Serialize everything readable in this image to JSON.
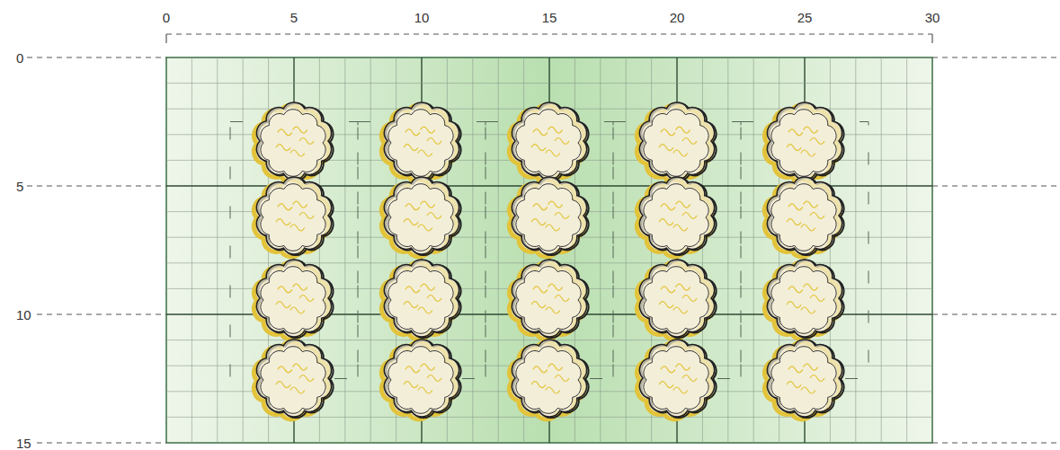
{
  "diagram": {
    "labels": [
      "0",
      "5",
      "10",
      "15",
      "20",
      "25",
      "30",
      "0",
      "5",
      "10",
      "15"
    ]
  }
}
